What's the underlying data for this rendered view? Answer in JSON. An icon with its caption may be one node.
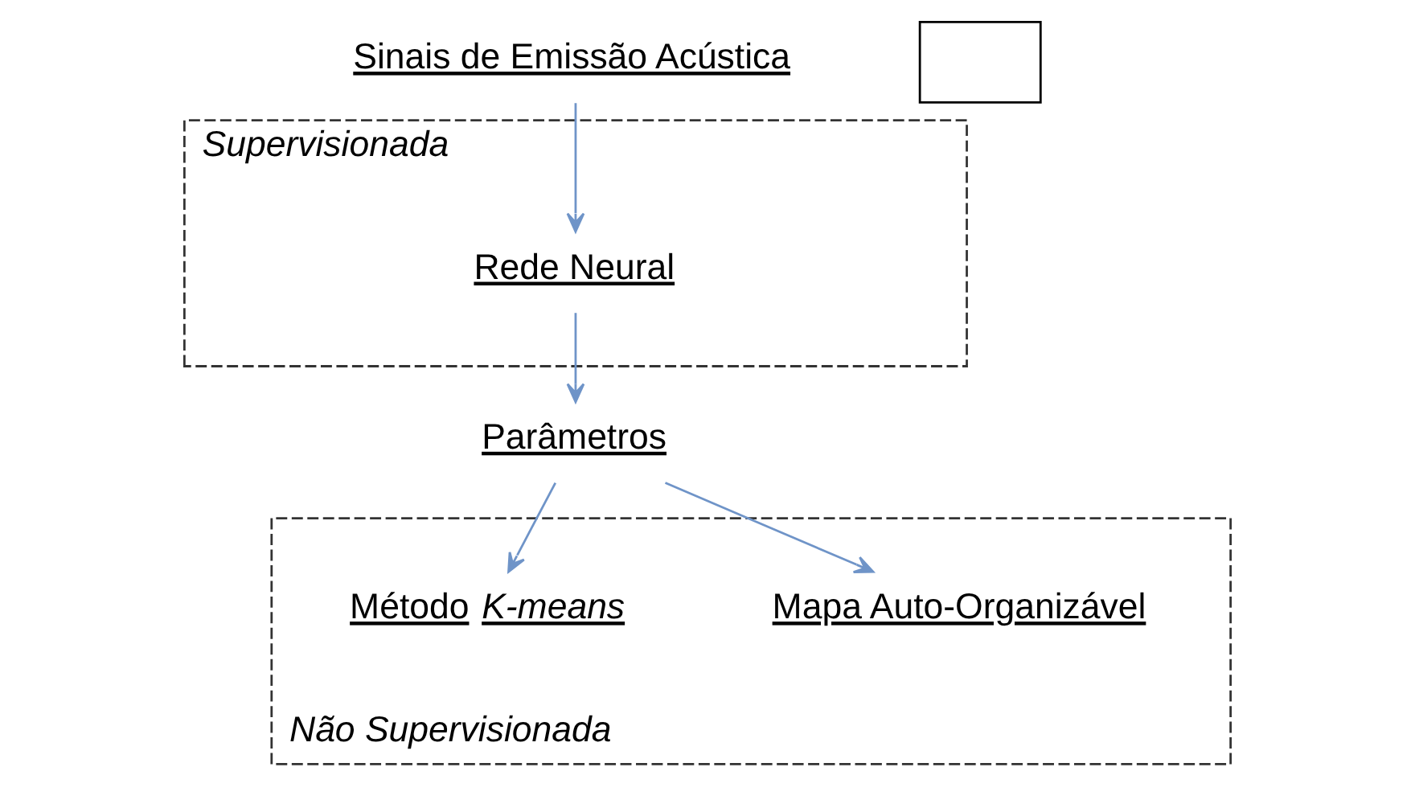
{
  "diagram": {
    "nodes": [
      {
        "text": [
          "Sinais de Emissão Acústica"
        ]
      },
      {
        "text": [
          "Supervisionada"
        ]
      },
      {
        "text": [
          "Rede Neural"
        ],
        "in": 1
      },
      {
        "text": [
          "Parâmetros"
        ]
      },
      {
        "text": [
          "Não Supervisionada"
        ]
      },
      {
        "text": [
          "Mapa Auto-Organizável"
        ],
        "in": 4
      },
      {
        "text": [
          "Método *K-means*"
        ],
        "in": 4
      },
      {
        "text": [],
        "shape": "box"
      }
    ],
    "edges": [
      {
        "from": 0,
        "to": 2,
        "arrow": "to"
      },
      {
        "from": 2,
        "to": 3,
        "arrow": "to"
      },
      {
        "from": 3,
        "to": 5,
        "arrow": "to"
      },
      {
        "from": 3,
        "to": 6,
        "arrow": "to"
      }
    ]
  }
}
